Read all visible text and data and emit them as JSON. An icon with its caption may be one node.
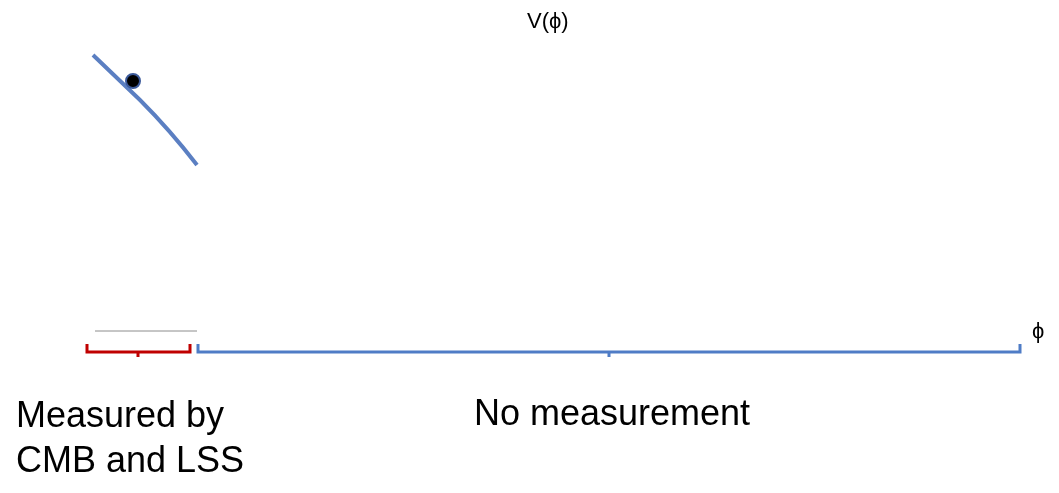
{
  "diagram": {
    "labels": [
      "V(ϕ)",
      "ϕ",
      "Measured by CMB and LSS",
      "No measurement"
    ]
  }
}
